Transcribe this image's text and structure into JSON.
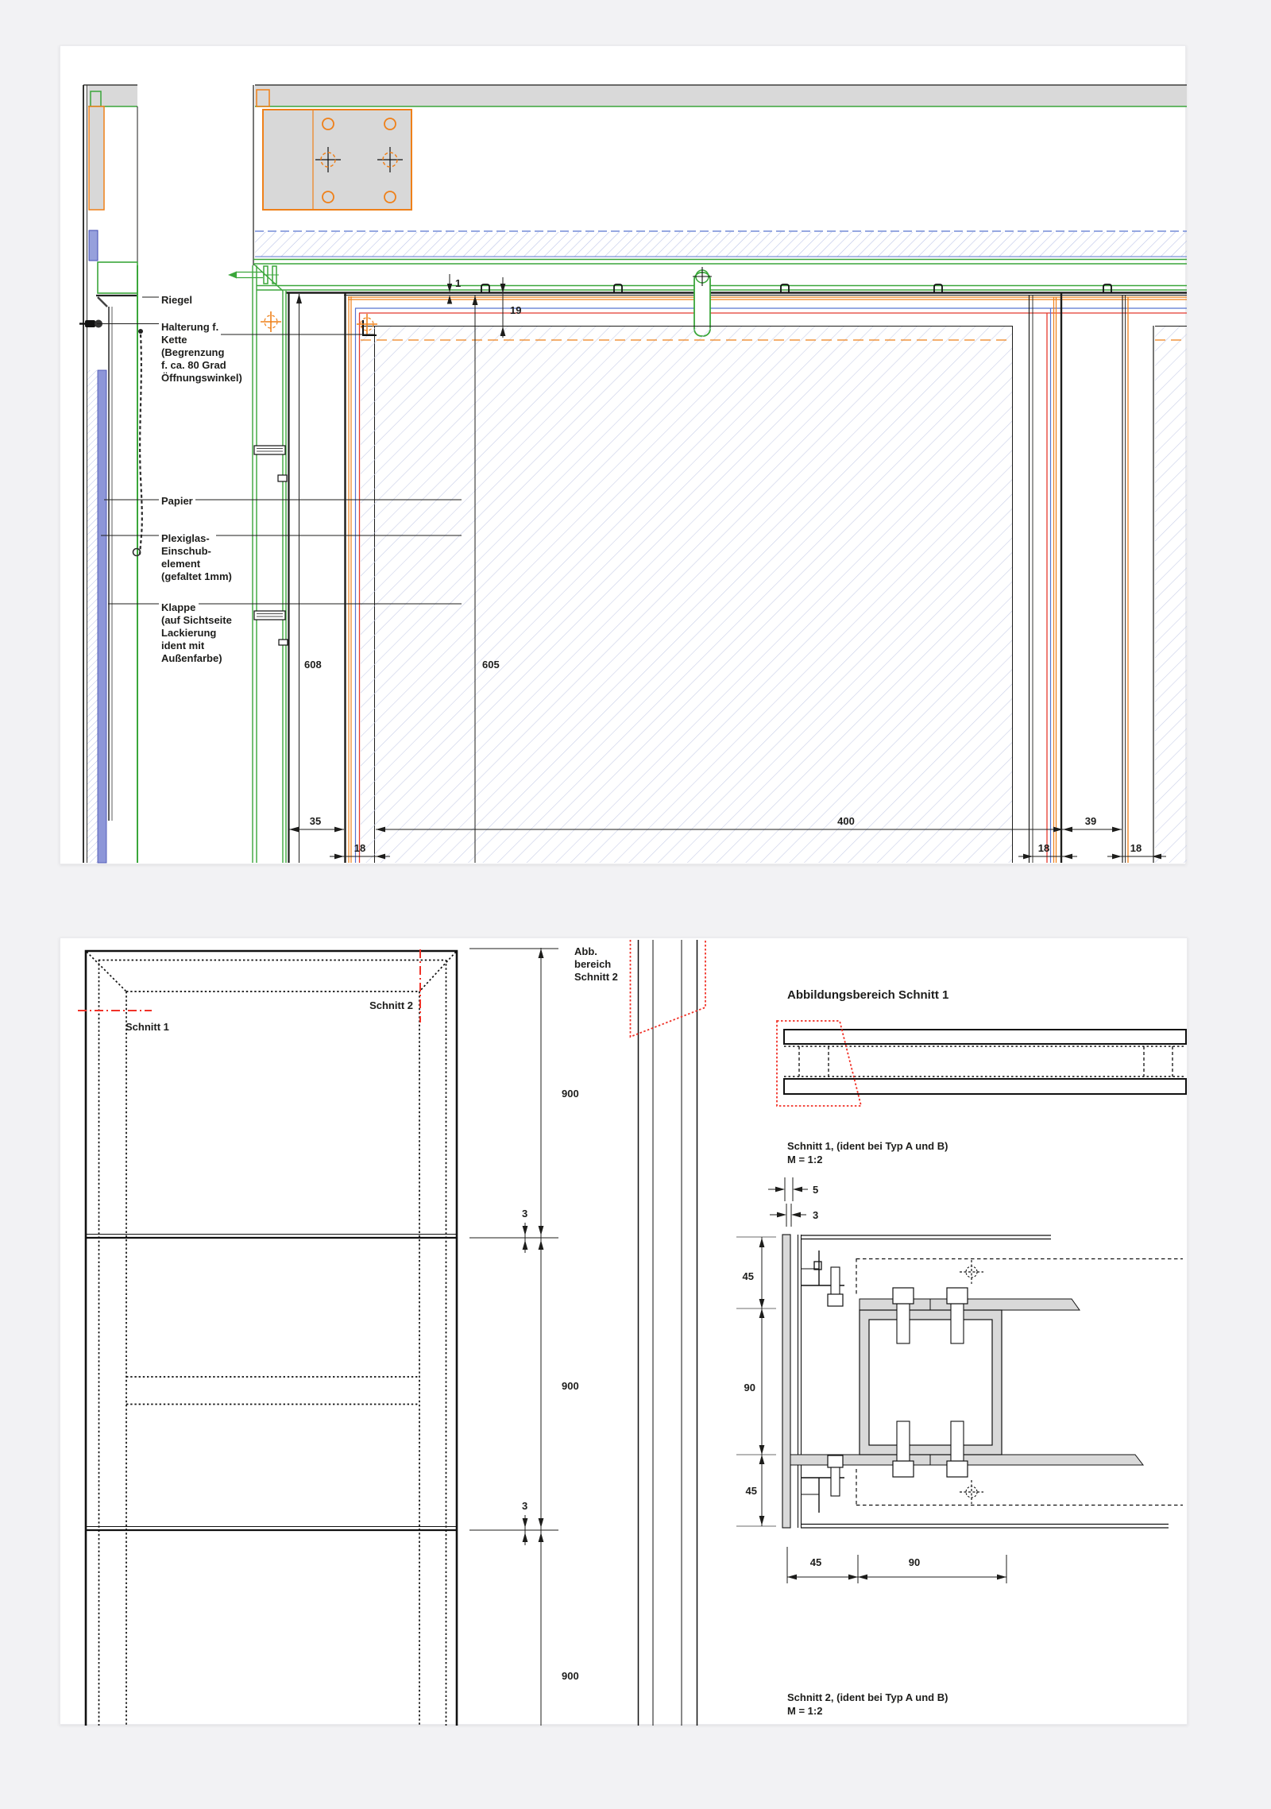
{
  "colors": {
    "page_background": "#f2f2f4",
    "panel_background": "#ffffff",
    "cad_green": "#3aa63a",
    "cad_orange": "#ef8019",
    "cad_red": "#e4392e",
    "cad_blue": "#5874cf",
    "hatch_blue": "#c9cfe8",
    "section_marker_red": "#f03228",
    "profile_gray": "#d9d9d9",
    "line_black": "#1d1d1b"
  },
  "top": {
    "labels": {
      "riegel": "Riegel",
      "halterung": [
        "Halterung f.",
        "Kette",
        "(Begrenzung",
        "f. ca. 80 Grad",
        "Öffnungswinkel)"
      ],
      "papier": "Papier",
      "plexiglas": [
        "Plexiglas-",
        "Einschub-",
        "element",
        "(gefaltet 1mm)"
      ],
      "klappe": [
        "Klappe",
        "(auf Sichtseite",
        "Lackierung",
        "ident mit",
        "Außenfarbe)"
      ]
    },
    "dims": {
      "gap": "1",
      "head": "19",
      "flap_height": "608",
      "poster_height": "605",
      "flap_depth": "35",
      "frame": "18",
      "poster_width": "400",
      "mullion": "39"
    }
  },
  "bottom": {
    "markers": {
      "schnitt1": "Schnitt 1",
      "schnitt2": "Schnitt 2",
      "abb_bereich": [
        "Abb.",
        "bereich",
        "Schnitt 2"
      ],
      "abbildungsbereich": "Abbildungsbereich Schnitt 1"
    },
    "captions": {
      "schnitt1": "Schnitt 1, (ident bei Typ A und B)",
      "schnitt2": "Schnitt 2, (ident bei Typ A und B)",
      "scale": "M = 1:2"
    },
    "dims": {
      "module": "900",
      "joint": "3",
      "profile45": "45",
      "profile90": "90",
      "cover5": "5",
      "cover3": "3"
    }
  }
}
